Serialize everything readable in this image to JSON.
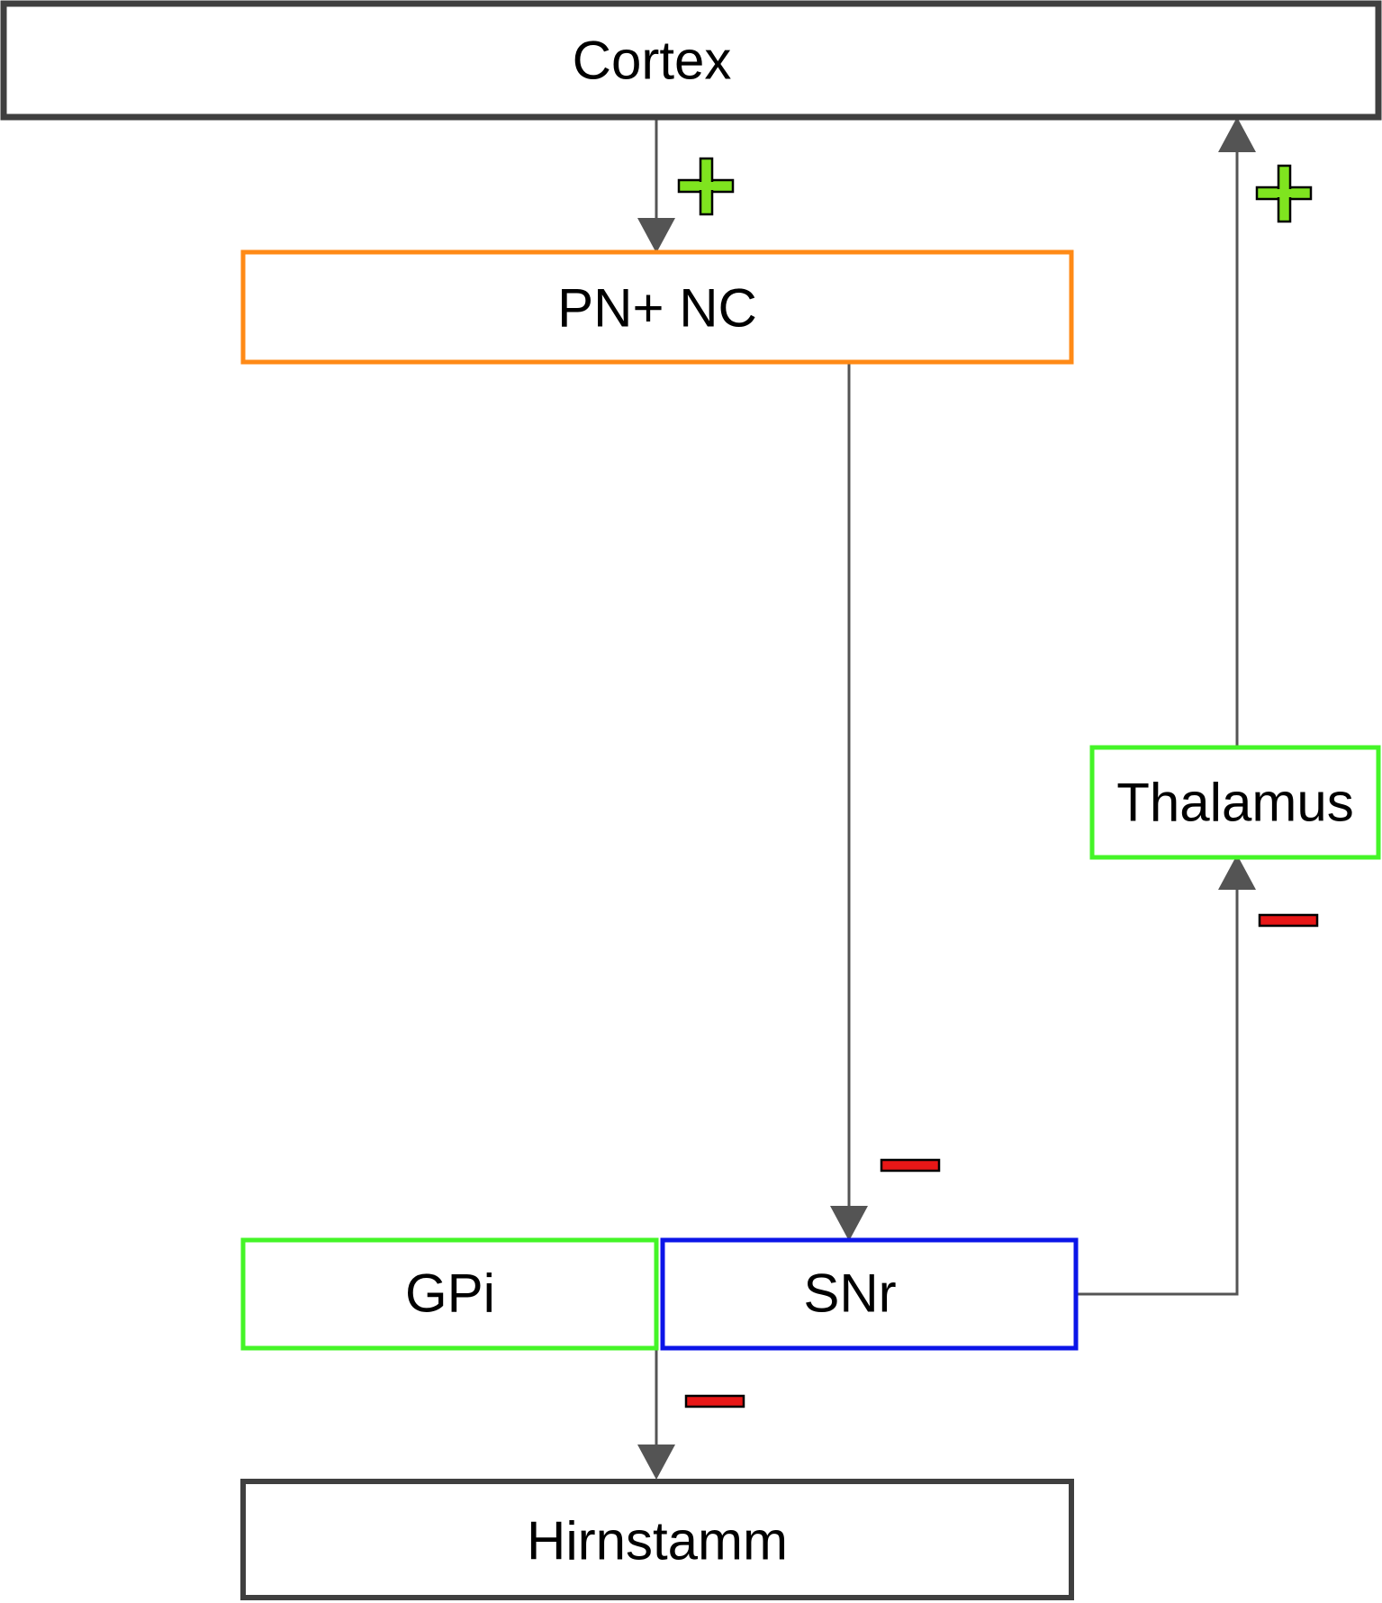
{
  "nodes": {
    "cortex": {
      "label": "Cortex",
      "border_color": "#3f3f3f"
    },
    "pn_nc": {
      "label": "PN+ NC",
      "border_color": "#ff8a16"
    },
    "thalamus": {
      "label": "Thalamus",
      "border_color": "#44f527"
    },
    "gpi": {
      "label": "GPi",
      "border_color": "#44f527"
    },
    "snr": {
      "label": "SNr",
      "border_color": "#0b15e8"
    },
    "hirnstamm": {
      "label": "Hirnstamm",
      "border_color": "#3f3f3f"
    }
  },
  "edges": [
    {
      "from": "Cortex",
      "to": "PN+ NC",
      "sign": "+"
    },
    {
      "from": "PN+ NC",
      "to": "SNr",
      "sign": "−"
    },
    {
      "from": "SNr",
      "to": "Thalamus",
      "sign": "−"
    },
    {
      "from": "Thalamus",
      "to": "Cortex",
      "sign": "+"
    },
    {
      "from": "GPi",
      "to": "Hirnstamm",
      "sign": "−"
    }
  ],
  "colors": {
    "connector": "#545454",
    "plus_sign": "#7fe41f",
    "minus_sign": "#e81717",
    "sign_outline": "#000000"
  }
}
